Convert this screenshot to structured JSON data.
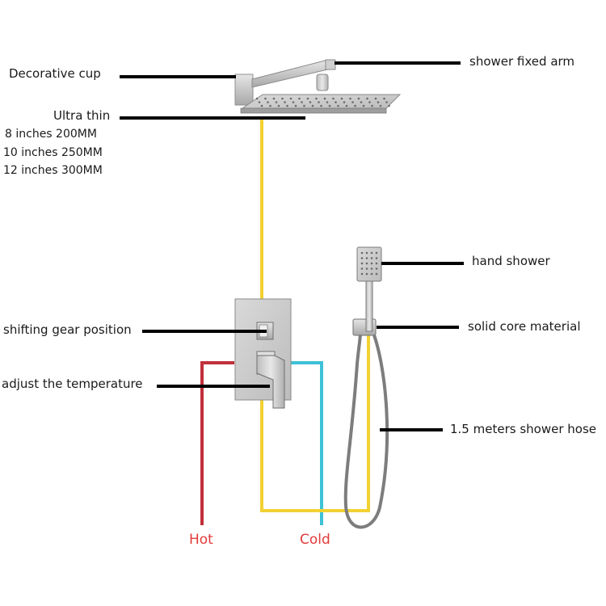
{
  "labels": {
    "decorative_cup": "Decorative cup",
    "shower_fixed_arm": "shower fixed arm",
    "ultra_thin": "Ultra thin",
    "hand_shower": "hand shower",
    "solid_core_material": "solid core material",
    "shifting_gear_position": "shifting gear position",
    "adjust_the_temperature": "adjust the temperature",
    "shower_hose": "1.5 meters shower hose",
    "hot": "Hot",
    "cold": "Cold"
  },
  "sizes": [
    "8 inches 200MM",
    "10 inches 250MM",
    "12 inches 300MM"
  ],
  "colors": {
    "hot_pipe": "#c0303a",
    "cold_pipe": "#3ec1d6",
    "mixed_pipe": "#f2d132",
    "leader_line": "#000000",
    "steel": "#c8c8c8"
  }
}
